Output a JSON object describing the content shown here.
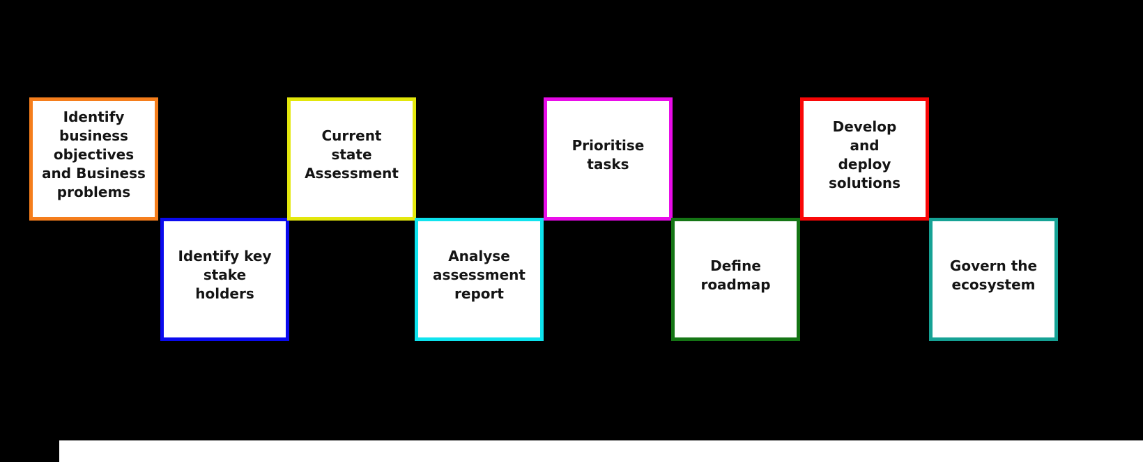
{
  "diagram": {
    "background_color": "#000000",
    "box_fill": "#ffffff",
    "text_color": "#141414",
    "steps": [
      {
        "label": "Identify\nbusiness\nobjectives\nand Business\nproblems",
        "border_color": "#f57e1c"
      },
      {
        "label": "Identify key\nstake\nholders",
        "border_color": "#0a0aee"
      },
      {
        "label": "Current\nstate\nAssessment",
        "border_color": "#e3e70c"
      },
      {
        "label": "Analyse\nassessment\nreport",
        "border_color": "#0fe3ee"
      },
      {
        "label": "Prioritise\ntasks",
        "border_color": "#e80ce8"
      },
      {
        "label": "Define\nroadmap",
        "border_color": "#157515"
      },
      {
        "label": "Develop\nand\ndeploy\nsolutions",
        "border_color": "#f80707"
      },
      {
        "label": "Govern the\necosystem",
        "border_color": "#16a295"
      }
    ]
  }
}
